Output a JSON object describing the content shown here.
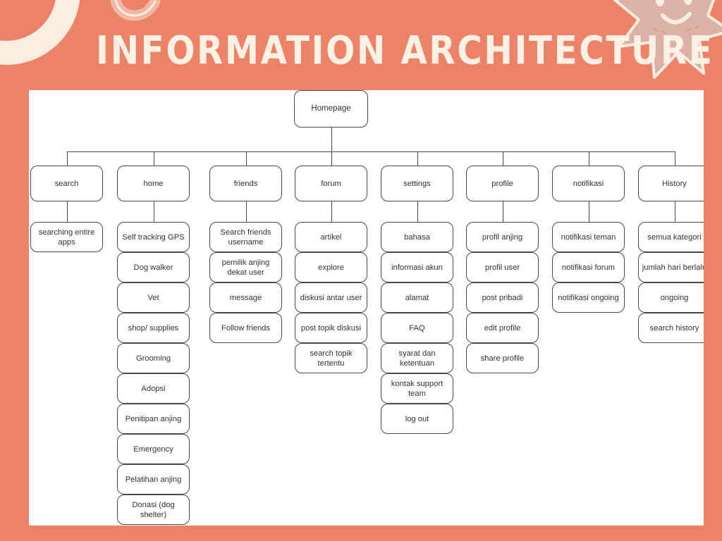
{
  "slide": {
    "title": "INFORMATION ARCHITECTURE",
    "background_color": "#ec8369",
    "canvas_color": "#ffffff",
    "accent_cream": "#fbeee0",
    "accent_pink": "#f0b9a6",
    "accent_star": "#ddb2a6",
    "node_border_color": "#4a4a4a",
    "text_color": "#333333"
  },
  "decorations": [
    {
      "name": "crescent-shape",
      "color": "#fbeee0"
    },
    {
      "name": "squiggle-shape",
      "color": "#f0b9a6"
    },
    {
      "name": "star-smiley-shape",
      "color": "#ddb2a6"
    }
  ],
  "diagram": {
    "type": "tree",
    "root": {
      "label": "Homepage"
    },
    "columns": [
      {
        "label": "search",
        "children": [
          "searching entire apps"
        ]
      },
      {
        "label": "home",
        "children": [
          "Self tracking GPS",
          "Dog walker",
          "Vet",
          "shop/ supplies",
          "Grooming",
          "Adopsi",
          "Penitipan anjing",
          "Emergency",
          "Pelatihan anjing",
          "Donasi (dog shelter)"
        ]
      },
      {
        "label": "friends",
        "children": [
          "Search friends username",
          "pemilik anjing dekat user",
          "message",
          "Follow friends"
        ]
      },
      {
        "label": "forum",
        "children": [
          "artikel",
          "explore",
          "diskusi antar user",
          "post topik diskusi",
          "search topik tertentu"
        ]
      },
      {
        "label": "settings",
        "children": [
          "bahasa",
          "informasi akun",
          "alamat",
          "FAQ",
          "syarat dan ketentuan",
          "kontak support team",
          "log out"
        ]
      },
      {
        "label": "profile",
        "children": [
          "profil anjing",
          "profil user",
          "post pribadi",
          "edit profile",
          "share profile"
        ]
      },
      {
        "label": "notifikasi",
        "children": [
          "notifikasi teman",
          "notifikasi forum",
          "notifikasi ongoing"
        ]
      },
      {
        "label": "History",
        "children": [
          "semua kategori",
          "jumlah hari berlalu",
          "ongoing",
          "search history"
        ]
      }
    ]
  }
}
